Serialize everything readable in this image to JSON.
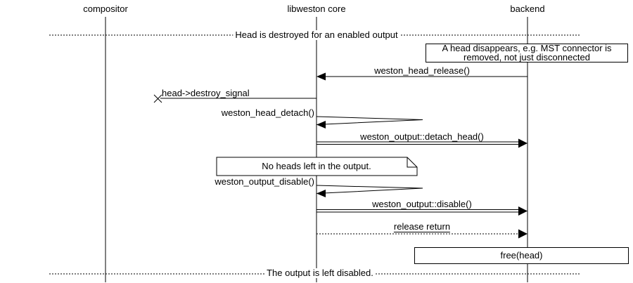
{
  "participants": [
    "compositor",
    "libweston core",
    "backend"
  ],
  "dividers": {
    "top": "Head is destroyed for an enabled output",
    "bottom": "The output is left disabled."
  },
  "notes": {
    "head_disappears_1": "A head disappears, e.g. MST connector is",
    "head_disappears_2": "removed, not just disconnected",
    "no_heads": "No heads left in the output.",
    "free_head": "free(head)"
  },
  "messages": {
    "head_release": "weston_head_release()",
    "destroy_signal": "head->destroy_signal",
    "head_detach": "weston_head_detach()",
    "detach_head": "weston_output::detach_head()",
    "output_disable_fn": "weston_output_disable()",
    "output_disable": "weston_output::disable()",
    "release_return": "release return"
  },
  "colors": {
    "line": "#000000",
    "background": "#ffffff",
    "text": "#000000"
  }
}
